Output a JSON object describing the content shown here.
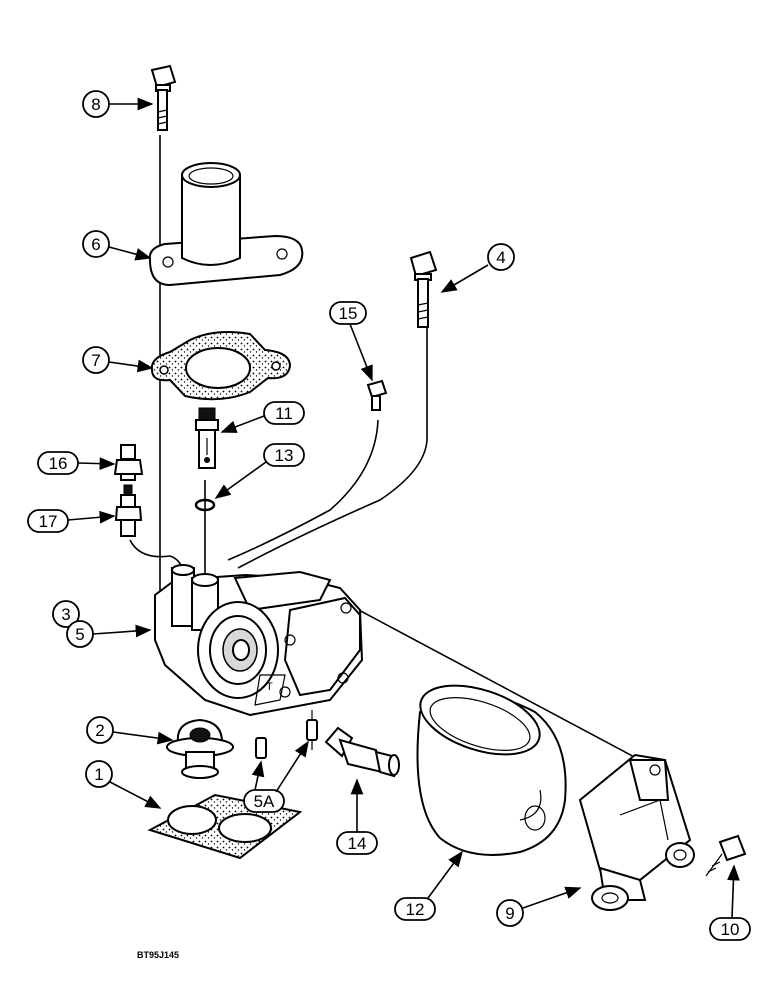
{
  "callouts": {
    "c1": "1",
    "c2": "2",
    "c3": "3",
    "c4": "4",
    "c5": "5",
    "c5a": "5A",
    "c6": "6",
    "c7": "7",
    "c8": "8",
    "c9": "9",
    "c10": "10",
    "c11": "11",
    "c12": "12",
    "c13": "13",
    "c14": "14",
    "c15": "15",
    "c16": "16",
    "c17": "17"
  },
  "figure_code": "BT95J145",
  "colors": {
    "ink": "#000000",
    "paper": "#ffffff"
  }
}
